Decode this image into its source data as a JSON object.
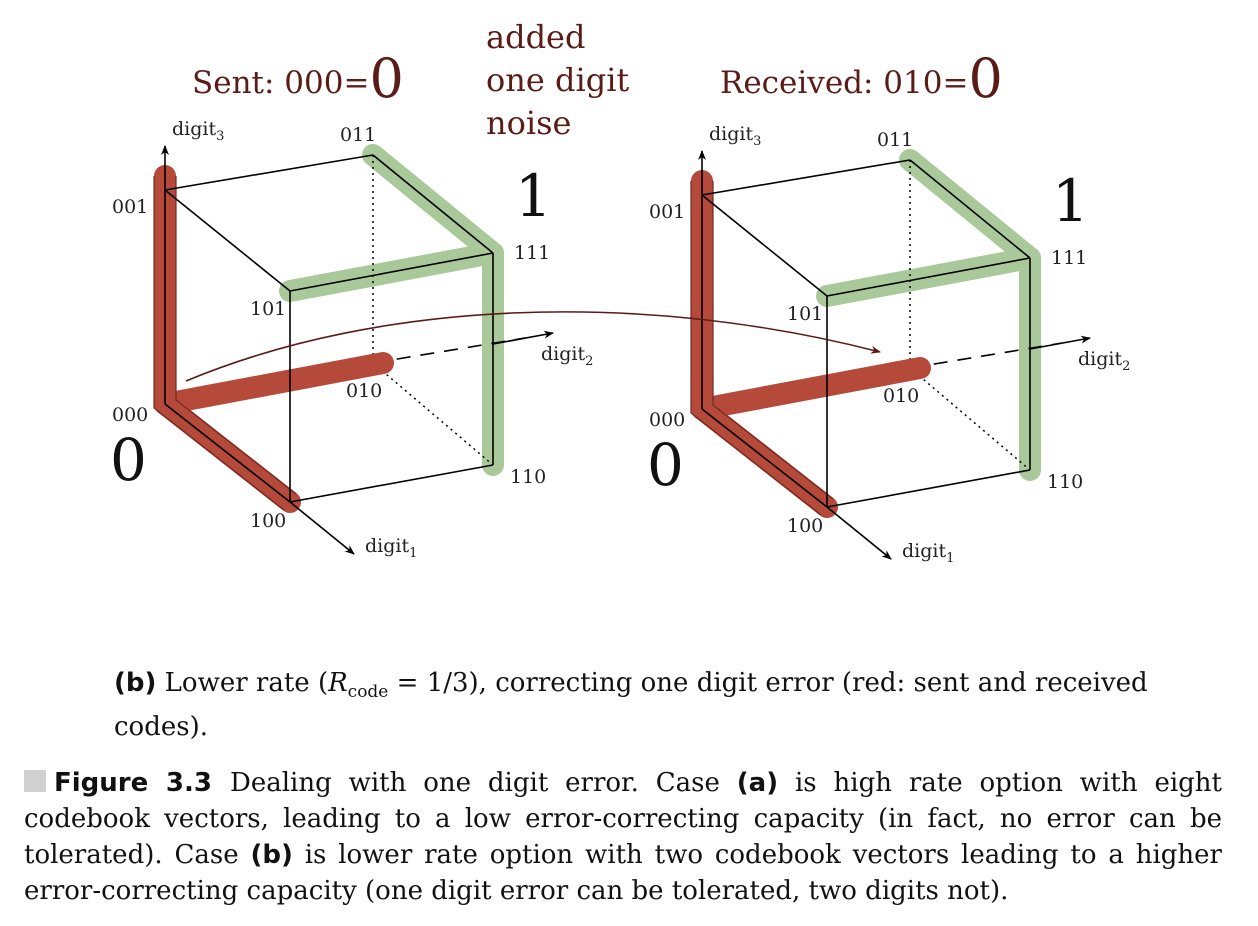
{
  "sent_heading": {
    "label": "Sent: 000=",
    "value": "0"
  },
  "received_heading": {
    "label": "Received: 010=",
    "value": "0"
  },
  "noise_annotation": [
    "added",
    "one digit",
    "noise"
  ],
  "cube": {
    "vertex_labels": {
      "v000": "000",
      "v001": "001",
      "v010": "010",
      "v011": "011",
      "v100": "100",
      "v101": "101",
      "v110": "110",
      "v111": "111"
    },
    "axis_labels": {
      "digit1": "digit",
      "digit2": "digit",
      "digit3": "digit",
      "sub1": "1",
      "sub2": "2",
      "sub3": "3"
    },
    "codeword_labels": {
      "zero": "0",
      "one": "1"
    },
    "colors": {
      "red": "#b5493a",
      "green": "#a9c99a",
      "arrow": "#5a1c16"
    }
  },
  "subcaption": {
    "label": "(b)",
    "part1": "Lower rate (",
    "symbol": "R",
    "subscript": "code",
    "part2": " = 1/3), correcting one digit error (red: sent and received codes)."
  },
  "caption": {
    "figure_label": "Figure 3.3",
    "text1": "Dealing with one digit error. Case ",
    "case_a": "(a)",
    "text2": " is high rate option with eight codebook vectors, leading to a low error-correcting capacity (in fact, no error can be tolerated). Case ",
    "case_b": "(b)",
    "text3": " is lower rate option with two codebook vectors leading to a higher error-correcting capacity (one digit error can be tolerated, two digits not)."
  }
}
